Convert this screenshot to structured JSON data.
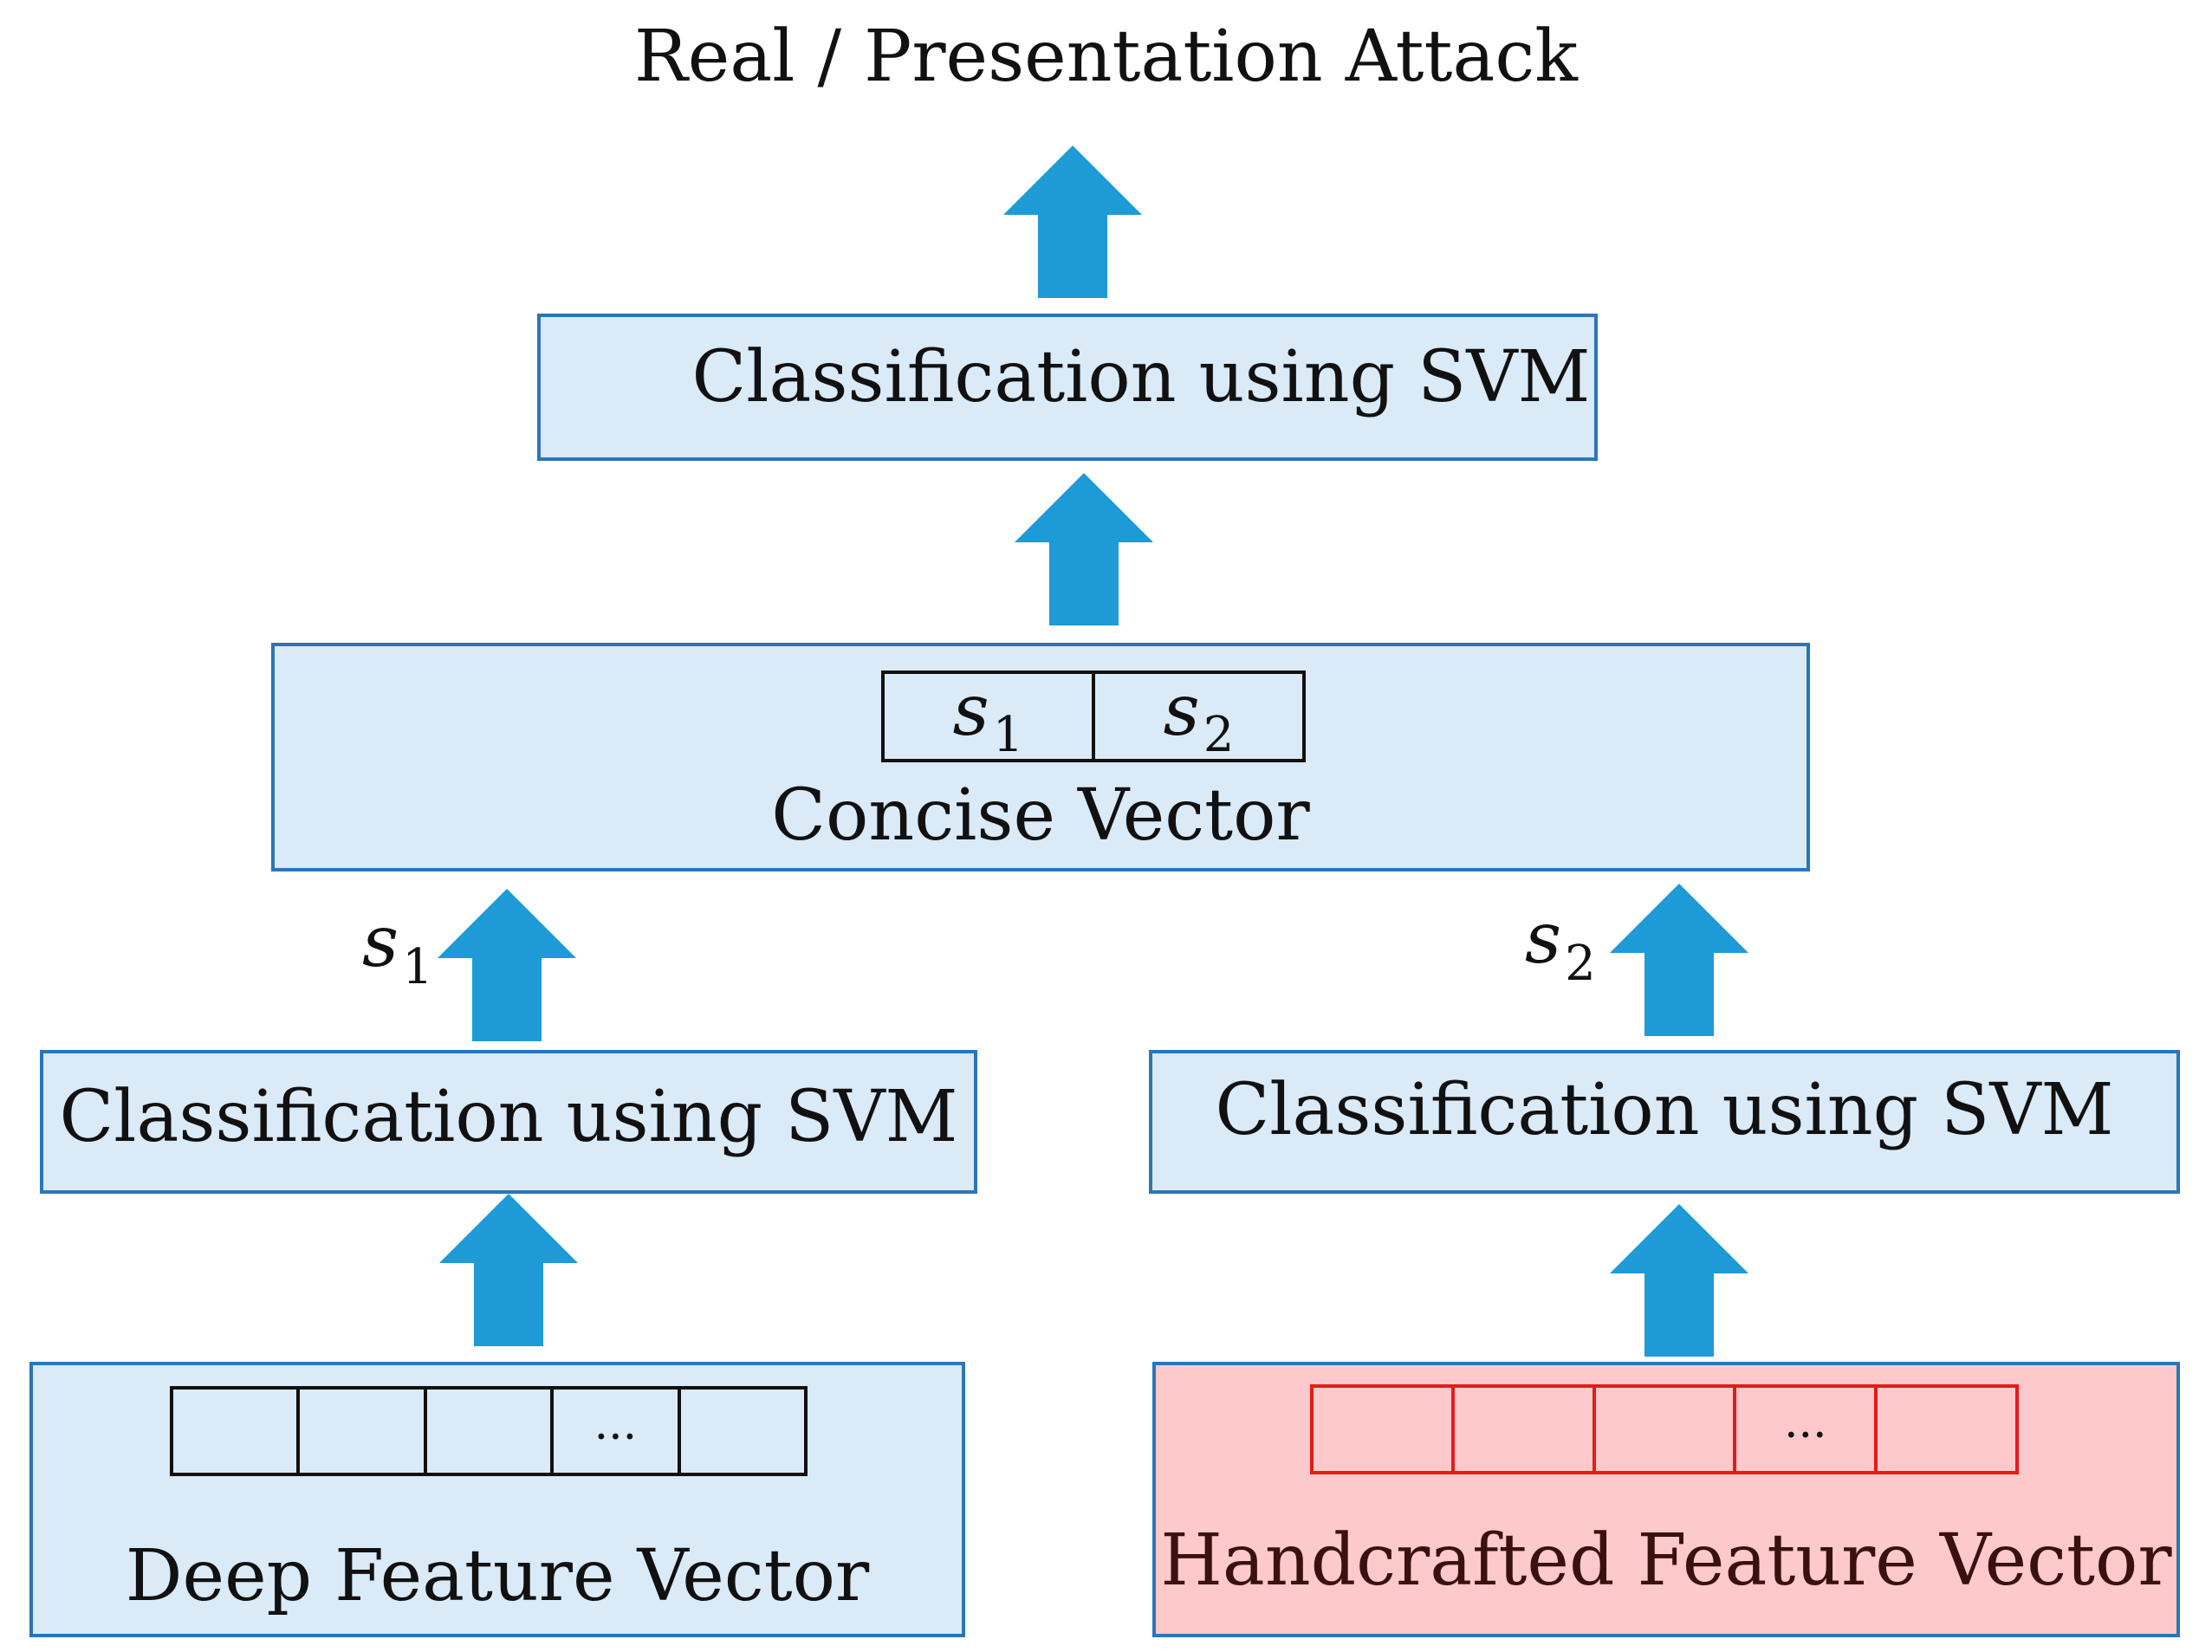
{
  "title": "Real / Presentation Attack",
  "boxes": {
    "top_classifier": "Classification using SVM",
    "concise": "Concise Vector",
    "left_classifier": "Classification using SVM",
    "right_classifier": "Classification using SVM",
    "deep_feature": "Deep Feature Vector",
    "handcrafted_feature": "Handcrafted Feature Vector"
  },
  "scores": {
    "s1": {
      "var": "s",
      "sub": "1"
    },
    "s2": {
      "var": "s",
      "sub": "2"
    }
  },
  "vector_ellipsis": "...",
  "colors": {
    "box_fill": "#daeaf7",
    "box_border": "#2c75b6",
    "handcrafted_fill": "#fdc9cb",
    "handcrafted_cells": "#e31b1b",
    "arrow": "#1e9ad6"
  }
}
